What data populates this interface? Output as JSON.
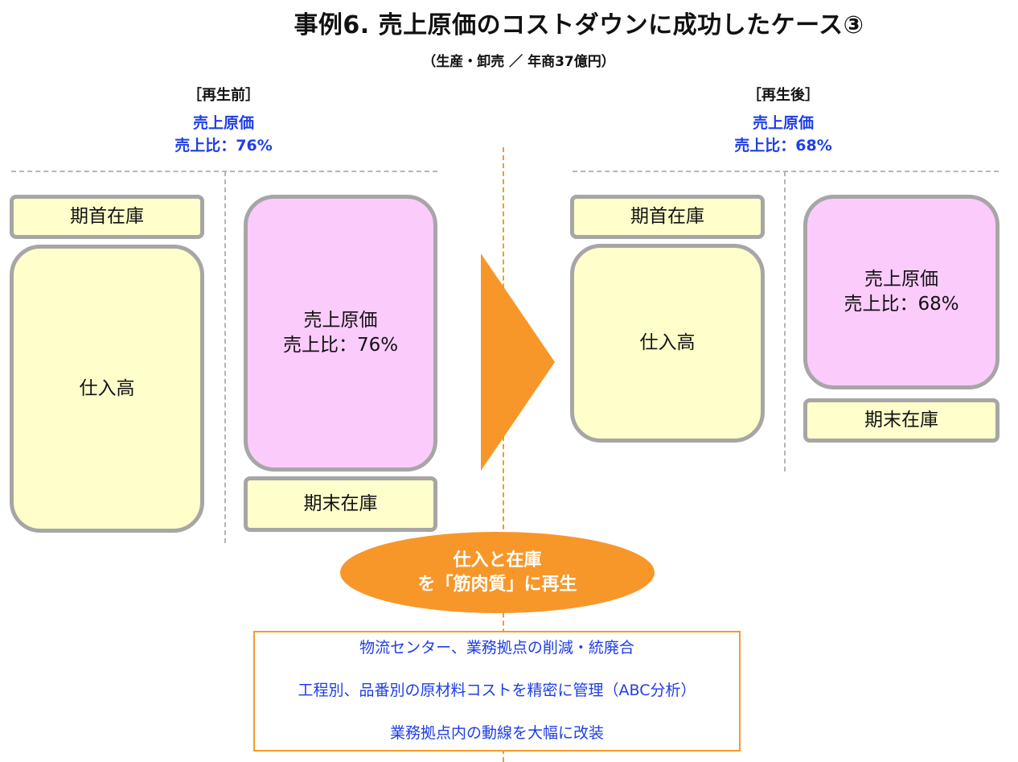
{
  "header": {
    "title": "事例6.  売上原価のコストダウンに成功したケース③",
    "subtitle": "（生産・卸売 ／ 年商37億円）"
  },
  "before": {
    "heading": "［再生前］",
    "cost_label": "売上原価",
    "ratio_label": "売上比：76%",
    "opening_inventory": "期首在庫",
    "purchases": "仕入高",
    "cogs_line1": "売上原価",
    "cogs_line2": "売上比：76%",
    "closing_inventory": "期末在庫"
  },
  "after": {
    "heading": "［再生後］",
    "cost_label": "売上原価",
    "ratio_label": "売上比：68%",
    "opening_inventory": "期首在庫",
    "purchases": "仕入高",
    "cogs_line1": "売上原価",
    "cogs_line2": "売上比：68%",
    "closing_inventory": "期末在庫"
  },
  "callout": {
    "line1": "仕入と在庫",
    "line2": "を「筋肉質」に再生"
  },
  "measures": [
    "物流センター、業務拠点の削減・統廃合",
    "工程別、品番別の原材料コストを精密に管理（ABC分析）",
    "業務拠点内の動線を大幅に改装"
  ],
  "colors": {
    "accent_orange": "#f7972a",
    "text_blue": "#1f3ee6",
    "box_yellow": "#ffffcc",
    "box_pink": "#fbcbfb",
    "box_border": "#a6a6a6"
  }
}
